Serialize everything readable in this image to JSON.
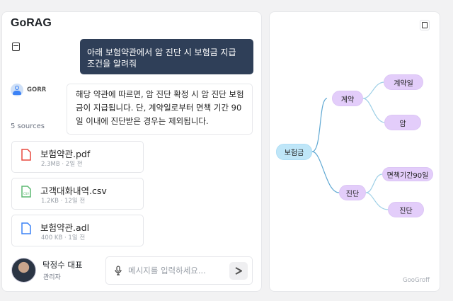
{
  "app": {
    "title": "GoRAG"
  },
  "chat": {
    "user_message": "아래 보험약관에서 암 진단 시 보험금 지급 조건을 알려줘",
    "bot_name": "GORR",
    "bot_message": "해당 약관에 따르면, 암 진단 확정 시 암 진단 보험금이 지급됩니다. 단, 계약일로부터 면책 기간 90일 이내에 진단받은 경우는 제외됩니다.",
    "sources_label": "5 sources"
  },
  "sources": [
    {
      "name": "보험약관.pdf",
      "meta": "2.3MB · 2일 전",
      "color": "#e8483f",
      "badge": ""
    },
    {
      "name": "고객대화내역.csv",
      "meta": "1.2KB · 12일 전",
      "color": "#5cb871",
      "badge": "CSV"
    },
    {
      "name": "보험약관.adl",
      "meta": "400 KB · 1일 전",
      "color": "#3b82f6",
      "badge": ""
    }
  ],
  "user": {
    "name": "탁정수 대표",
    "role": "관리자"
  },
  "composer": {
    "placeholder": "메시지를 입력하세요..."
  },
  "mindmap": {
    "root": "보험금",
    "branches": [
      {
        "label": "계약",
        "children": [
          "계약일",
          "암"
        ]
      },
      {
        "label": "진단",
        "children": [
          "면책기간90일",
          "진단"
        ]
      }
    ],
    "watermark": "GooGroff"
  }
}
